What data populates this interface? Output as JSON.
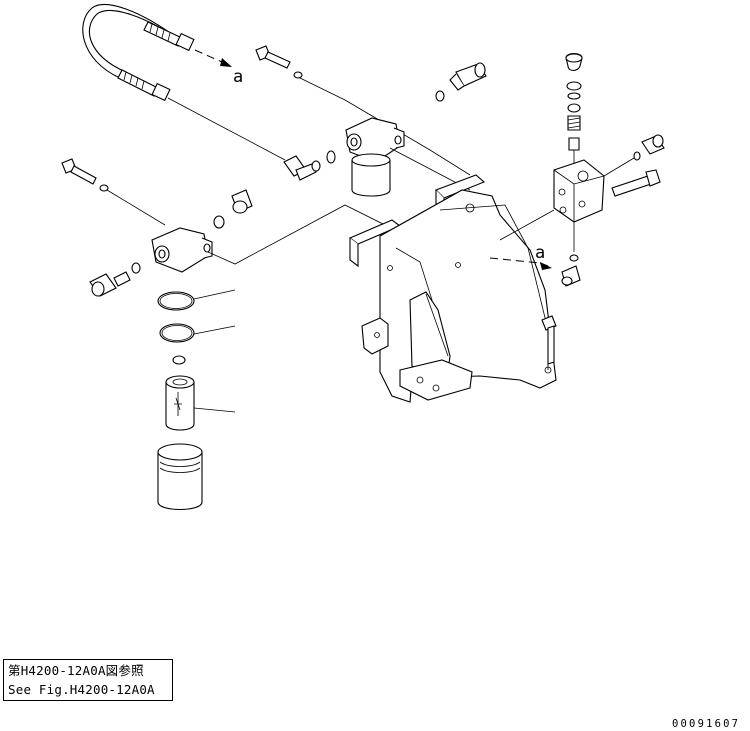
{
  "callouts": {
    "ref_a_upper": "a",
    "ref_a_right": "a"
  },
  "reference_note": {
    "line_jp": "第H4200-12A0A図参照",
    "line_en": "See Fig.H4200-12A0A"
  },
  "drawing_code": "00091607"
}
